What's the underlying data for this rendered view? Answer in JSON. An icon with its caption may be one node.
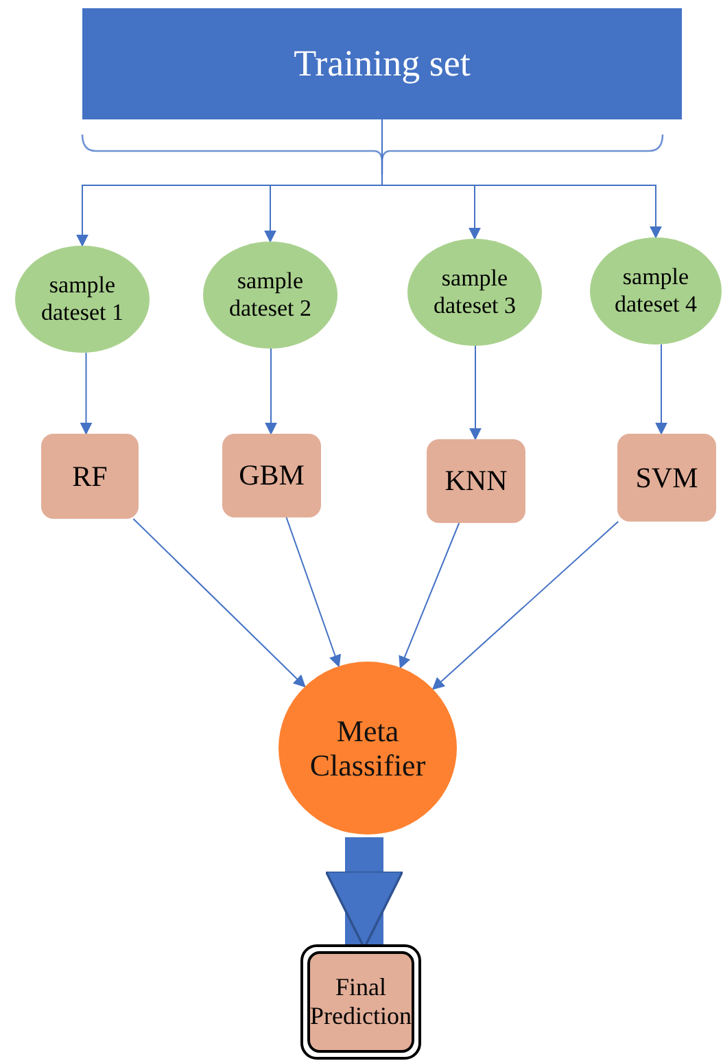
{
  "diagram": {
    "nodes": [
      {
        "text": [
          "Training set"
        ]
      },
      {
        "text": [
          "sample dateset 1"
        ]
      },
      {
        "text": [
          "sample dateset 2"
        ]
      },
      {
        "text": [
          "sample dateset 3"
        ]
      },
      {
        "text": [
          "sample dateset 4"
        ]
      },
      {
        "text": [
          "RF"
        ]
      },
      {
        "text": [
          "GBM"
        ]
      },
      {
        "text": [
          "KNN"
        ]
      },
      {
        "text": [
          "SVM"
        ]
      },
      {
        "text": [
          "Meta Classifier"
        ]
      },
      {
        "text": [
          "Final Prediction"
        ]
      }
    ],
    "edges": [
      {
        "from": 0,
        "to": 1,
        "arrow": "to"
      },
      {
        "from": 0,
        "to": 2,
        "arrow": "to"
      },
      {
        "from": 0,
        "to": 3,
        "arrow": "to"
      },
      {
        "from": 0,
        "to": 4,
        "arrow": "to"
      },
      {
        "from": 1,
        "to": 5,
        "arrow": "to"
      },
      {
        "from": 2,
        "to": 6,
        "arrow": "to"
      },
      {
        "from": 3,
        "to": 7,
        "arrow": "to"
      },
      {
        "from": 4,
        "to": 8,
        "arrow": "to"
      },
      {
        "from": 5,
        "to": 9,
        "arrow": "to"
      },
      {
        "from": 6,
        "to": 9,
        "arrow": "to"
      },
      {
        "from": 7,
        "to": 9,
        "arrow": "to"
      },
      {
        "from": 8,
        "to": 9,
        "arrow": "to"
      },
      {
        "from": 9,
        "to": 10,
        "arrow": "to",
        "style": "thick"
      }
    ]
  }
}
